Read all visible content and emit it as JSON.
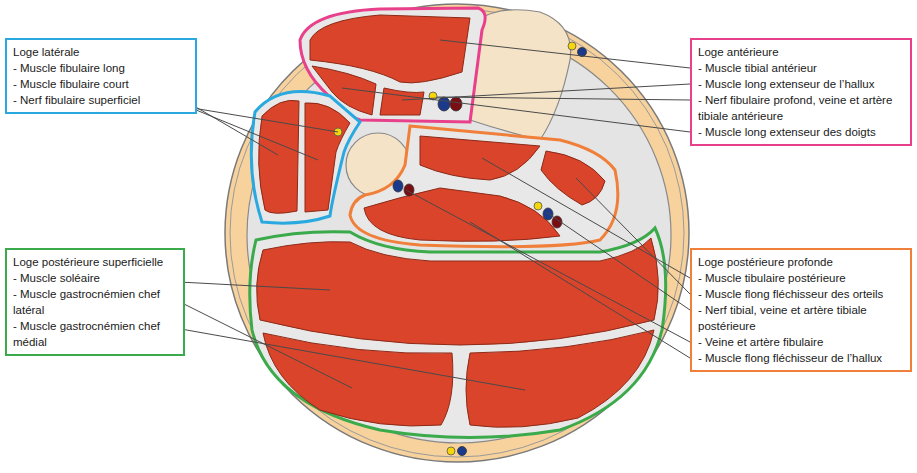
{
  "diagram": {
    "nodes": [
      {
        "text": [
          "Loge latérale",
          "- Muscle fibulaire long",
          "- Muscle fibulaire court",
          "- Nerf fibulaire superficiel"
        ]
      },
      {
        "text": [
          "Loge antérieure",
          "- Muscle tibial antérieur",
          "- Muscle long extenseur de l’hallux",
          "- Nerf fibulaire profond, veine et artère tibiale antérieure",
          "- Muscle long extenseur des doigts"
        ]
      },
      {
        "text": [
          "Loge postérieure superficielle",
          "- Muscle soléaire",
          "- Muscle gastrocnémien chef latéral",
          "- Muscle gastrocnémien chef médial"
        ]
      },
      {
        "text": [
          "Loge postérieure profonde",
          "- Muscle tibulaire postérieure",
          "- Muscle flong fléchisseur des orteils",
          "- Nerf tibial, veine et artère tibiale postérieure",
          "- Veine et artère fibulaire",
          "- Muscle flong fléchisseur de l’hallux"
        ]
      }
    ]
  }
}
